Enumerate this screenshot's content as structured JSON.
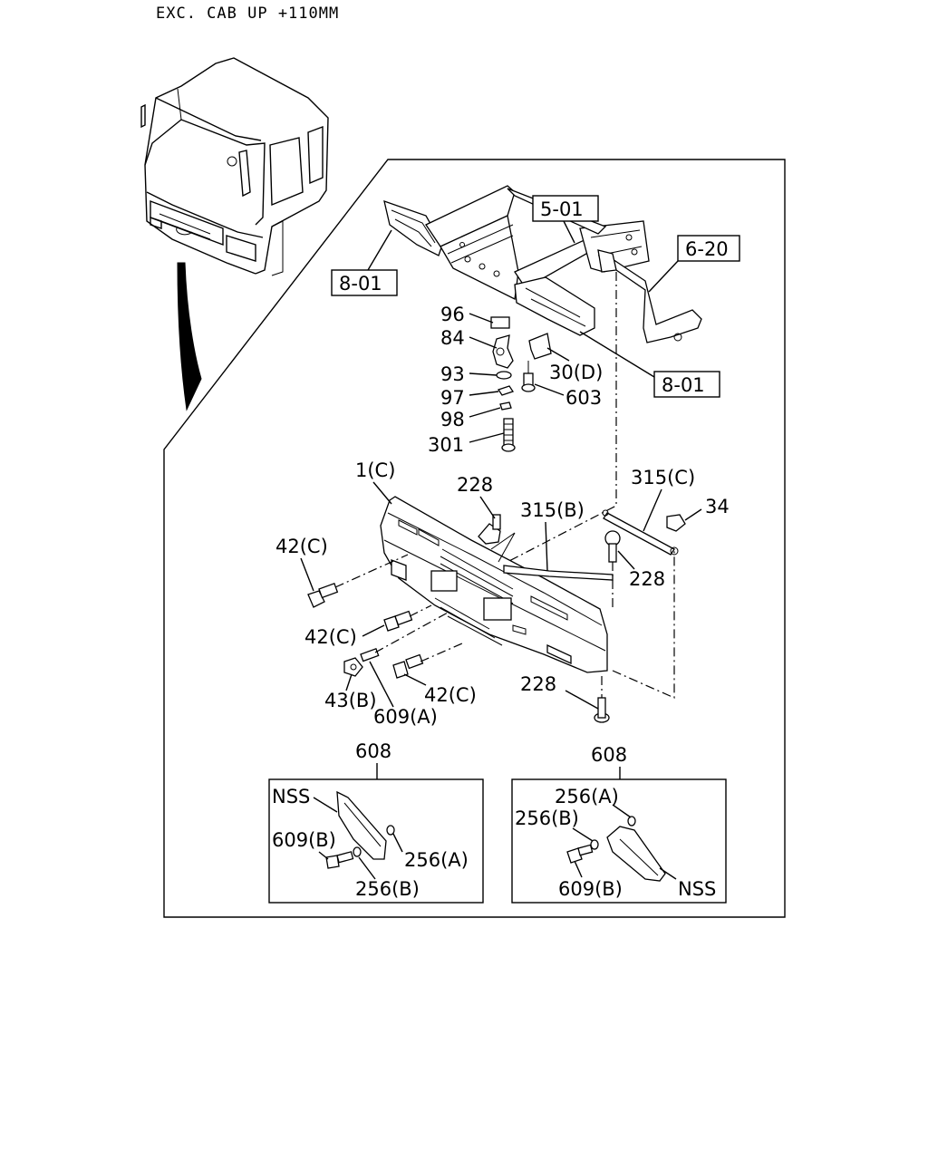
{
  "header": "EXC. CAB UP +110MM",
  "callouts": {
    "c96": "96",
    "c84": "84",
    "c93": "93",
    "c97": "97",
    "c98": "98",
    "c301": "301",
    "c30d": "30(D)",
    "c603": "603",
    "c1c": "1(C)",
    "c228a": "228",
    "c315b": "315(B)",
    "c315c": "315(C)",
    "c34": "34",
    "c228b": "228",
    "c42c1": "42(C)",
    "c42c2": "42(C)",
    "c42c3": "42(C)",
    "c43b": "43(B)",
    "c609a": "609(A)",
    "c228c": "228",
    "c608l": "608",
    "c608r": "608",
    "nssl": "NSS",
    "c609bl": "609(B)",
    "c256al": "256(A)",
    "c256bl": "256(B)",
    "c256ar": "256(A)",
    "c256br": "256(B)",
    "c609br": "609(B)",
    "nssr": "NSS"
  },
  "boxed_labels": {
    "b501": "5-01",
    "b620": "6-20",
    "b801l": "8-01",
    "b801r": "8-01"
  }
}
